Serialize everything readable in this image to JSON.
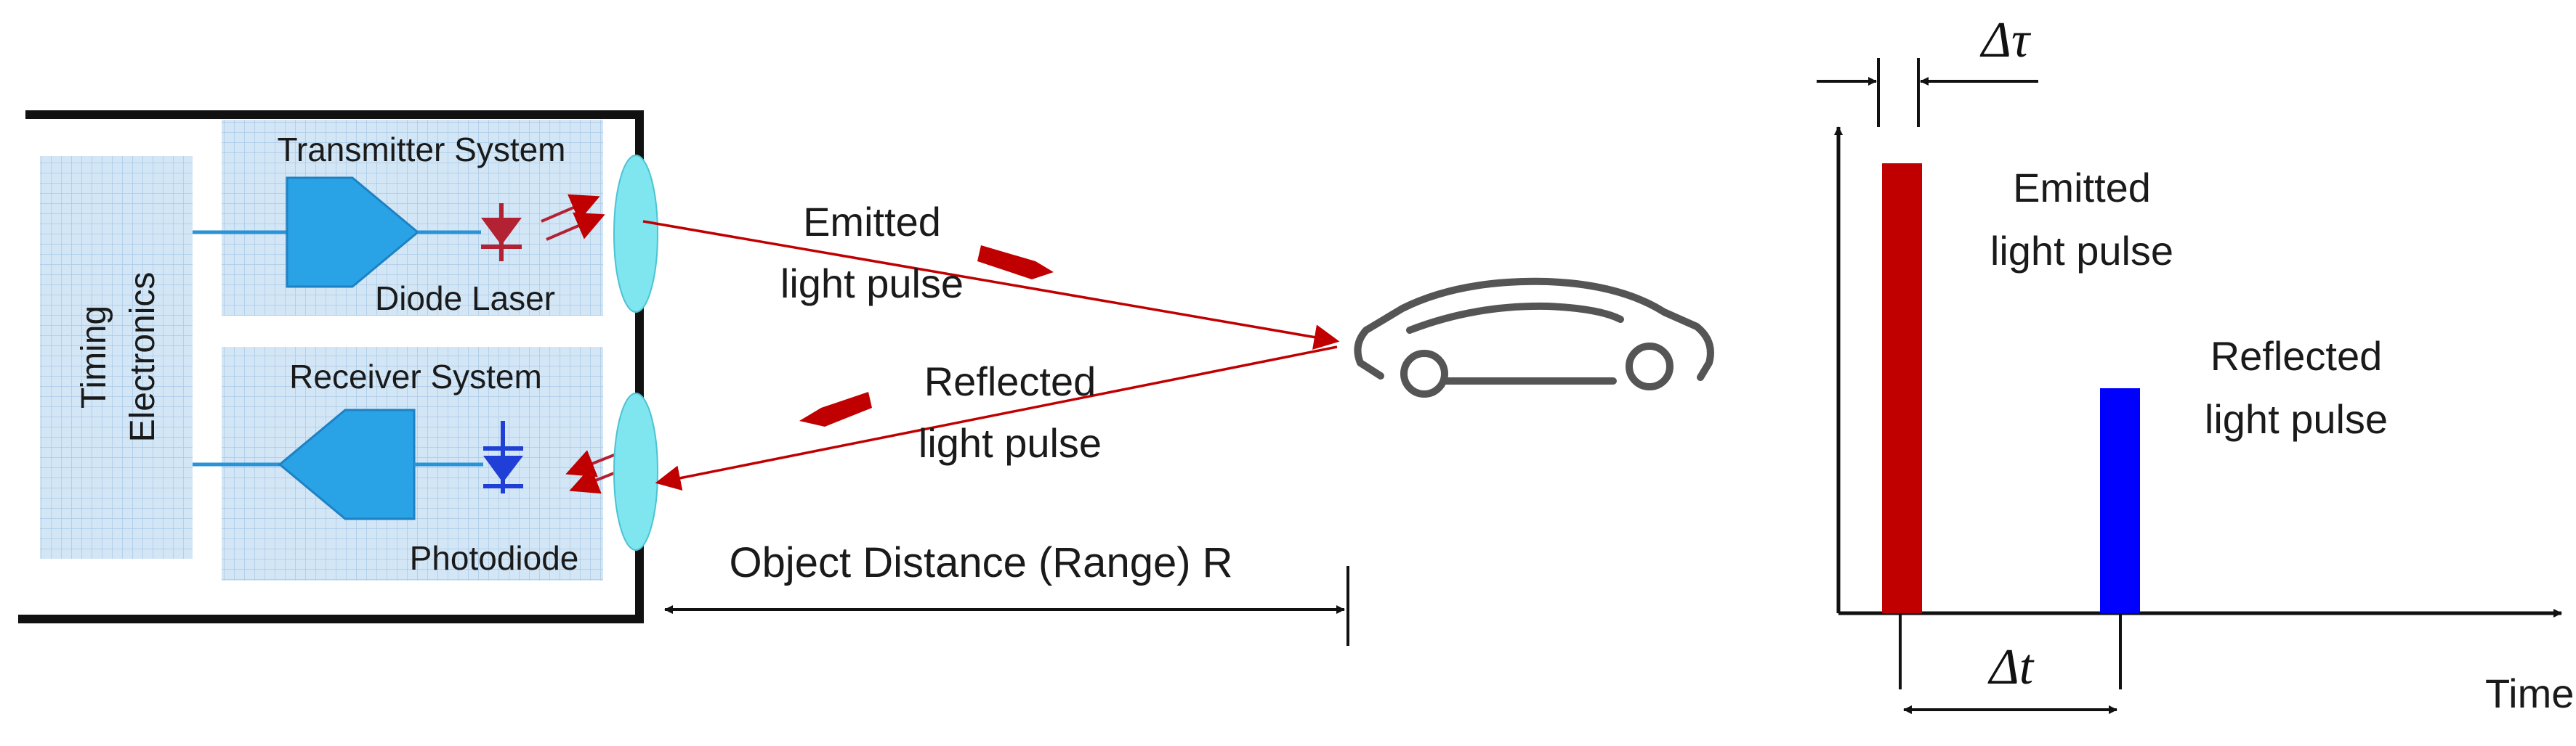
{
  "labels": {
    "timing_electronics_line1": "Timing",
    "timing_electronics_line2": "Electronics",
    "transmitter_system": "Transmitter System",
    "diode_laser": "Diode Laser",
    "receiver_system": "Receiver System",
    "photodiode": "Photodiode",
    "emitted_beam_line1": "Emitted",
    "emitted_beam_line2": "light pulse",
    "reflected_beam_line1": "Reflected",
    "reflected_beam_line2": "light pulse",
    "object_distance": "Object Distance (Range) R",
    "pulse_width": "Δτ",
    "delay": "Δt",
    "emitted_pulse_line1": "Emitted",
    "emitted_pulse_line2": "light pulse",
    "reflected_pulse_line1": "Reflected",
    "reflected_pulse_line2": "light pulse",
    "time_axis": "Time"
  },
  "pulses": {
    "emitted_height": 1.0,
    "reflected_height": 0.5
  },
  "colors": {
    "emitted_pulse": "#c00000",
    "reflected_pulse": "#0000ff",
    "beam": "#c00000",
    "system_box_fill": "#cfe2f3",
    "component_fill": "#29a3e6",
    "lens_fill": "#7fe5ef",
    "laser_diode": "#b22232",
    "photodiode": "#1f3fd6",
    "car_stroke": "#555555",
    "frame": "#111111"
  },
  "icons": {
    "car": "car-icon",
    "laser": "laser-diode-icon",
    "detector": "photodiode-icon",
    "lens": "lens-icon"
  }
}
